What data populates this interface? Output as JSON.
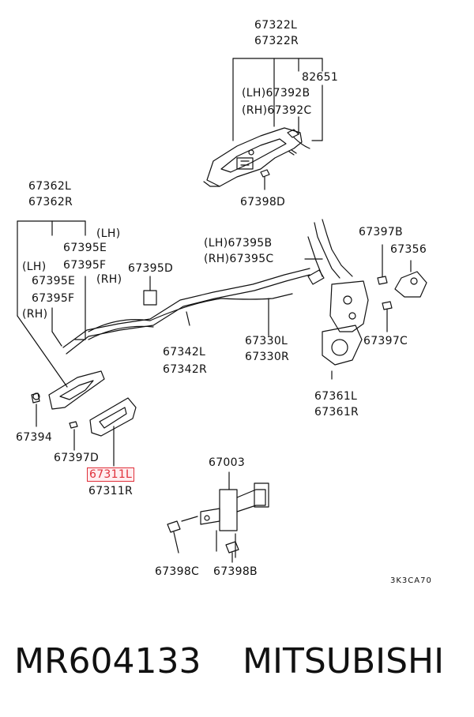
{
  "labels": {
    "l67322L": "67322L",
    "l67322R": "67322R",
    "l82651": "82651",
    "l67392B": "(LH)67392B",
    "l67392C": "(RH)67392C",
    "l67398D": "67398D",
    "l67362L": "67362L",
    "l67362R": "67362R",
    "l67395E_r": "(LH)",
    "l67395E": "67395E",
    "l67395F": "67395F",
    "l67395F_rh": "(RH)",
    "l67395E_left_lh": "(LH)",
    "l67395E_left": "67395E",
    "l67395F_left": "67395F",
    "l67395F_left_rh": "(RH)",
    "l67395D": "67395D",
    "l67395B": "(LH)67395B",
    "l67395C": "(RH)67395C",
    "l67397B": "67397B",
    "l67356": "67356",
    "l67397C": "67397C",
    "l67342L": "67342L",
    "l67342R": "67342R",
    "l67330L": "67330L",
    "l67330R": "67330R",
    "l67361L": "67361L",
    "l67361R": "67361R",
    "l67394": "67394",
    "l67397D": "67397D",
    "l67311L": "67311L",
    "l67311R": "67311R",
    "l67003": "67003",
    "l67398C": "67398C",
    "l67398B": "67398B",
    "diagramCode": "3K3CA70"
  },
  "footer": {
    "partNumber": "MR604133",
    "brand": "MITSUBISHI"
  },
  "colors": {
    "line": "#111111",
    "highlight": "#e0303a"
  }
}
